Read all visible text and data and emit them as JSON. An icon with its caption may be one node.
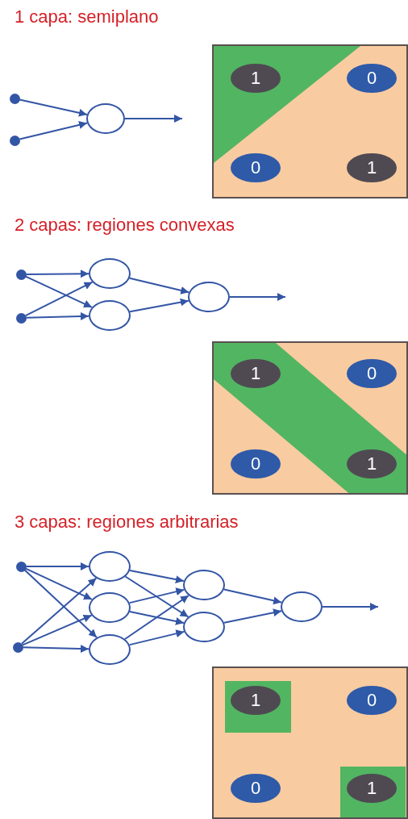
{
  "diagram": {
    "nodes": [
      {
        "text": [],
        "shape": "circle"
      },
      {
        "text": [],
        "shape": "circle"
      },
      {
        "text": [],
        "shape": "circle"
      },
      {
        "text": [],
        "shape": "box"
      },
      {
        "text": [
          "1"
        ],
        "in": 3
      },
      {
        "text": [
          "0"
        ],
        "in": 3
      },
      {
        "text": [
          "0"
        ],
        "in": 3
      },
      {
        "text": [
          "1"
        ],
        "in": 3
      },
      {
        "text": [],
        "shape": "circle"
      },
      {
        "text": [],
        "shape": "circle"
      },
      {
        "text": [],
        "shape": "circle"
      },
      {
        "text": [],
        "shape": "circle"
      },
      {
        "text": [],
        "shape": "circle"
      },
      {
        "text": [],
        "shape": "box"
      },
      {
        "text": [
          "1"
        ],
        "in": 13
      },
      {
        "text": [
          "0"
        ],
        "in": 13
      },
      {
        "text": [
          "0"
        ],
        "in": 13
      },
      {
        "text": [
          "1"
        ],
        "in": 13
      },
      {
        "text": [],
        "shape": "circle"
      },
      {
        "text": [],
        "shape": "circle"
      },
      {
        "text": [],
        "shape": "circle"
      },
      {
        "text": [],
        "shape": "circle"
      },
      {
        "text": [],
        "shape": "circle"
      },
      {
        "text": [],
        "shape": "circle"
      },
      {
        "text": [],
        "shape": "circle"
      },
      {
        "text": [],
        "shape": "circle"
      },
      {
        "text": [],
        "shape": "box"
      },
      {
        "text": [
          "1"
        ],
        "in": 26
      },
      {
        "text": [
          "0"
        ],
        "in": 26
      },
      {
        "text": [
          "0"
        ],
        "in": 26
      },
      {
        "text": [
          "1"
        ],
        "in": 26
      }
    ],
    "edges": [
      {
        "from": 0,
        "to": 2,
        "arrow": "to"
      },
      {
        "from": 1,
        "to": 2,
        "arrow": "to"
      },
      {
        "from": 2,
        "to": null,
        "arrow": "to"
      },
      {
        "from": 8,
        "to": 10,
        "arrow": "to"
      },
      {
        "from": 8,
        "to": 11,
        "arrow": "to"
      },
      {
        "from": 9,
        "to": 10,
        "arrow": "to"
      },
      {
        "from": 9,
        "to": 11,
        "arrow": "to"
      },
      {
        "from": 10,
        "to": 12,
        "arrow": "to"
      },
      {
        "from": 11,
        "to": 12,
        "arrow": "to"
      },
      {
        "from": 12,
        "to": null,
        "arrow": "to"
      },
      {
        "from": 18,
        "to": 20,
        "arrow": "to"
      },
      {
        "from": 18,
        "to": 21,
        "arrow": "to"
      },
      {
        "from": 18,
        "to": 22,
        "arrow": "to"
      },
      {
        "from": 19,
        "to": 20,
        "arrow": "to"
      },
      {
        "from": 19,
        "to": 21,
        "arrow": "to"
      },
      {
        "from": 19,
        "to": 22,
        "arrow": "to"
      },
      {
        "from": 20,
        "to": 23,
        "arrow": "to"
      },
      {
        "from": 20,
        "to": 24,
        "arrow": "to"
      },
      {
        "from": 21,
        "to": 23,
        "arrow": "to"
      },
      {
        "from": 21,
        "to": 24,
        "arrow": "to"
      },
      {
        "from": 22,
        "to": 23,
        "arrow": "to"
      },
      {
        "from": 22,
        "to": 24,
        "arrow": "to"
      },
      {
        "from": 23,
        "to": 25,
        "arrow": "to"
      },
      {
        "from": 24,
        "to": 25,
        "arrow": "to"
      },
      {
        "from": 25,
        "to": null,
        "arrow": "to"
      }
    ],
    "labels": [
      "1 capa: semiplano",
      "2 capas: regiones convexas",
      "3 capas: regiones arbitrarias"
    ]
  }
}
